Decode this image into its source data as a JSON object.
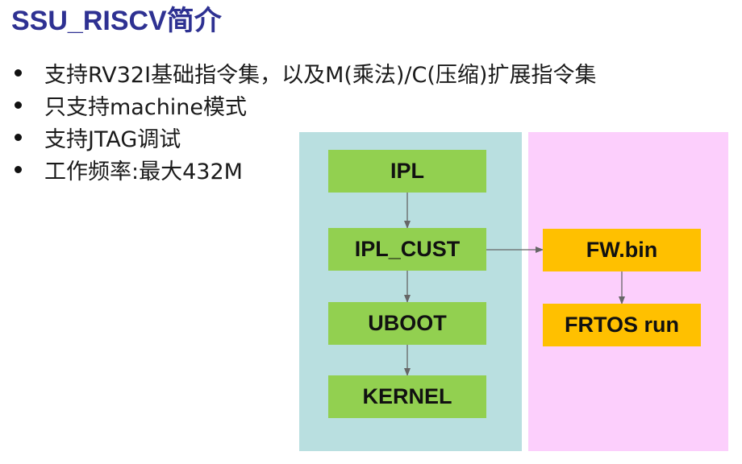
{
  "title": {
    "latin": "SSU_RISCV",
    "cjk": "简介"
  },
  "bullets": [
    "支持RV32I基础指令集，以及M(乘法)/C(压缩)扩展指令集",
    "只支持machine模式",
    "支持JTAG调试",
    "工作频率:最大432M"
  ],
  "colors": {
    "title": "#2e3192",
    "panel_left": "#b9dfe0",
    "panel_right": "#fccffc",
    "node_green": "#92d050",
    "node_orange": "#ffc000",
    "arrow": "#666666"
  },
  "diagram": {
    "nodes": {
      "ipl": "IPL",
      "ipl_cust": "IPL_CUST",
      "uboot": "UBOOT",
      "kernel": "KERNEL",
      "fw_bin": "FW.bin",
      "frtos_run": "FRTOS run"
    },
    "edges": [
      [
        "ipl",
        "ipl_cust"
      ],
      [
        "ipl_cust",
        "uboot"
      ],
      [
        "uboot",
        "kernel"
      ],
      [
        "ipl_cust",
        "fw_bin"
      ],
      [
        "fw_bin",
        "frtos_run"
      ]
    ]
  }
}
